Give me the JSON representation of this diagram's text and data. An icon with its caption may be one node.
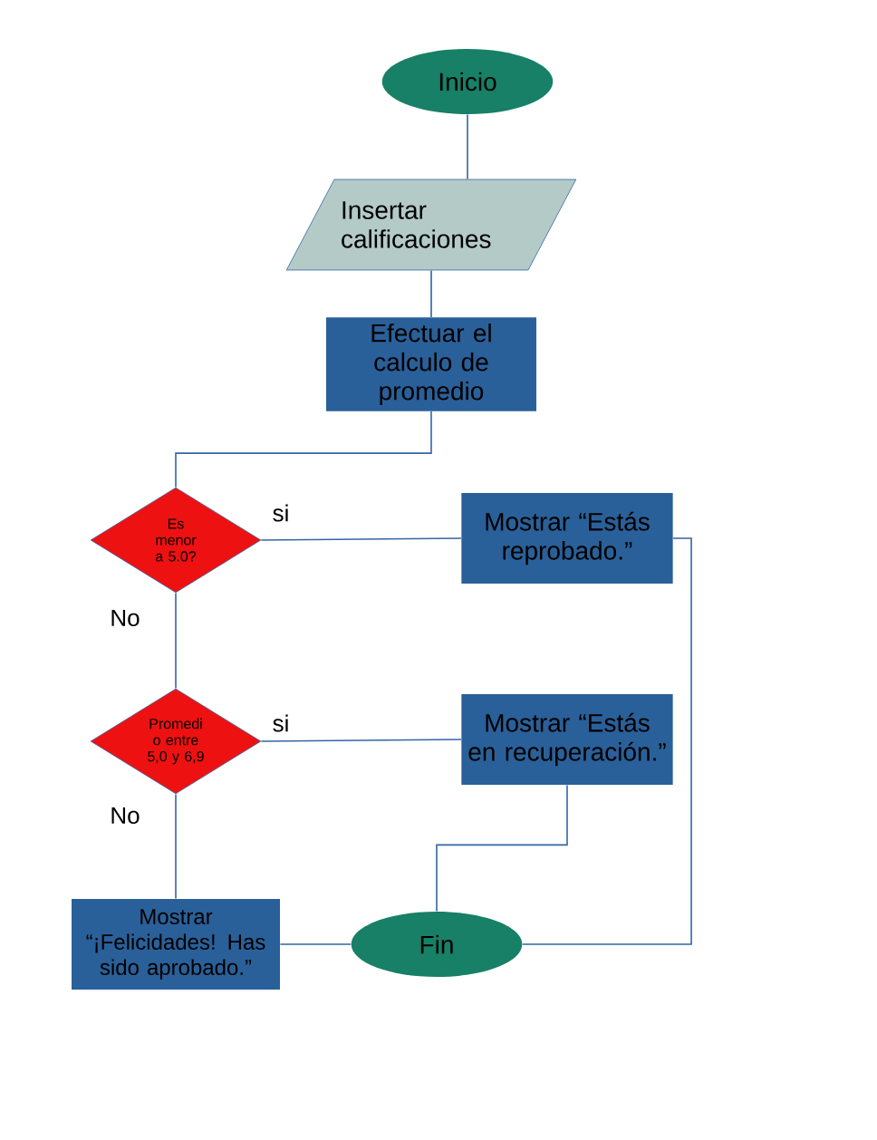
{
  "diagram": {
    "nodes": [
      {
        "text": [
          "Inicio"
        ]
      },
      {
        "text": [
          "Insertar calificaciones"
        ]
      },
      {
        "text": [
          "Efectuar el calculo de promedio"
        ]
      },
      {
        "text": [
          "Es menor a 5.0?"
        ]
      },
      {
        "text": [
          "Mostrar “Estás reprobado.”"
        ]
      },
      {
        "text": [
          "Promedi o entre 5,0 y 6,9"
        ]
      },
      {
        "text": [
          "Mostrar “Estás en recuperación.”"
        ]
      },
      {
        "text": [
          "Mostrar “¡Felicidades! Has sido aprobado.”"
        ]
      },
      {
        "text": [
          "Fin"
        ]
      }
    ],
    "edges": [
      {
        "from": 0,
        "to": 1,
        "arrow": "none"
      },
      {
        "from": 1,
        "to": 2,
        "arrow": "none"
      },
      {
        "from": 2,
        "to": 3,
        "arrow": "none"
      },
      {
        "from": 3,
        "to": 4,
        "arrow": "none",
        "label": "si"
      },
      {
        "from": 3,
        "to": 5,
        "arrow": "none",
        "label": "No"
      },
      {
        "from": 5,
        "to": 6,
        "arrow": "none",
        "label": "si"
      },
      {
        "from": 5,
        "to": 7,
        "arrow": "none",
        "label": "No"
      },
      {
        "from": 6,
        "to": 8,
        "arrow": "none"
      },
      {
        "from": 4,
        "to": 8,
        "arrow": "none"
      },
      {
        "from": 7,
        "to": 8,
        "arrow": "none"
      }
    ]
  }
}
